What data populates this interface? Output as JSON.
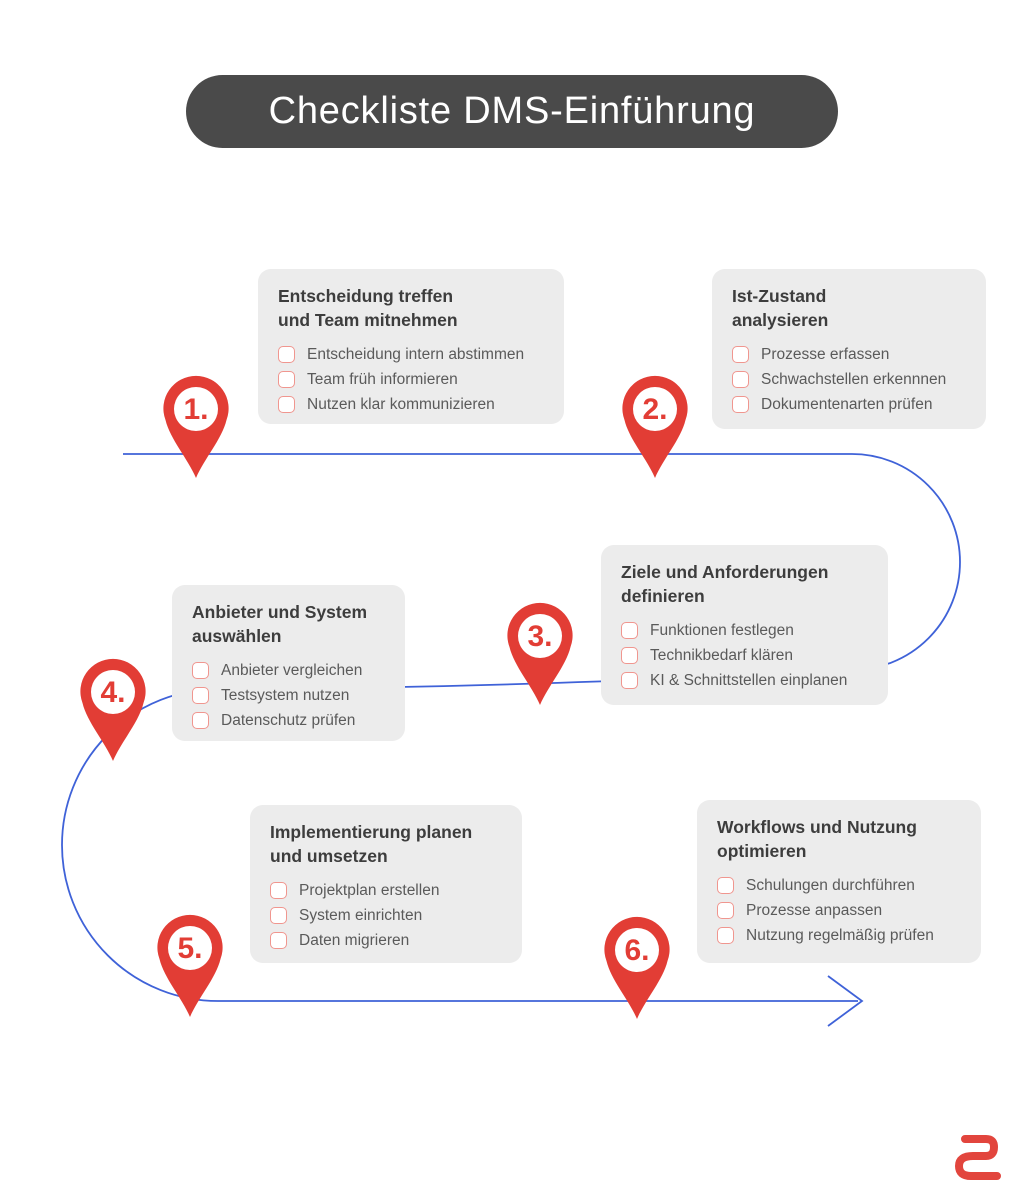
{
  "header": {
    "title": "Checkliste DMS-Einführung"
  },
  "colors": {
    "banner_bg": "#4a4a4a",
    "box_bg": "#ececec",
    "pin_red": "#e23d35",
    "checkbox_border": "#f0968f",
    "line_blue": "#3f62d8",
    "title_text": "#3d3d3d",
    "item_text": "#5a5a5a",
    "logo_red": "#e2453d"
  },
  "steps": [
    {
      "number": "1.",
      "title_line1": "Entscheidung treffen",
      "title_line2": "und Team mitnehmen",
      "items": [
        "Entscheidung intern abstimmen",
        "Team früh informieren",
        "Nutzen klar kommunizieren"
      ]
    },
    {
      "number": "2.",
      "title_line1": "Ist-Zustand",
      "title_line2": "analysieren",
      "items": [
        "Prozesse erfassen",
        "Schwachstellen erkennnen",
        "Dokumentenarten prüfen"
      ]
    },
    {
      "number": "3.",
      "title_line1": "Ziele und Anforderungen",
      "title_line2": "definieren",
      "items": [
        "Funktionen festlegen",
        "Technikbedarf klären",
        "KI & Schnittstellen einplanen"
      ]
    },
    {
      "number": "4.",
      "title_line1": "Anbieter und System",
      "title_line2": "auswählen",
      "items": [
        "Anbieter vergleichen",
        "Testsystem nutzen",
        "Datenschutz prüfen"
      ]
    },
    {
      "number": "5.",
      "title_line1": "Implementierung planen",
      "title_line2": "und umsetzen",
      "items": [
        "Projektplan erstellen",
        "System einrichten",
        "Daten migrieren"
      ]
    },
    {
      "number": "6.",
      "title_line1": "Workflows und Nutzung",
      "title_line2": "optimieren",
      "items": [
        "Schulungen durchführen",
        "Prozesse anpassen",
        "Nutzung regelmäßig prüfen"
      ]
    }
  ]
}
